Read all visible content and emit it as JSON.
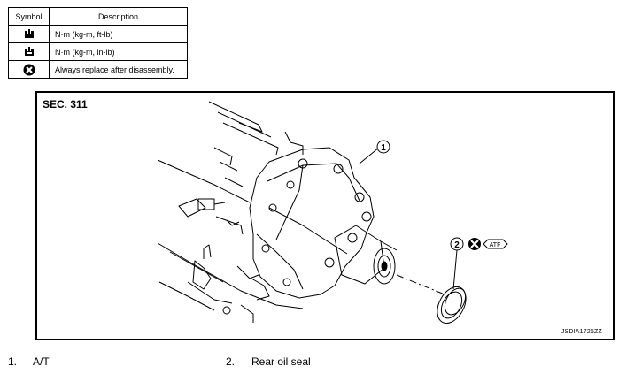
{
  "legend": {
    "headers": {
      "symbol": "Symbol",
      "description": "Description"
    },
    "rows": [
      {
        "icon": "torque-wrench-icon",
        "description": "N·m (kg-m, ft-lb)"
      },
      {
        "icon": "torque-wrench-small-icon",
        "description": "N·m (kg-m, in-lb)"
      },
      {
        "icon": "replace-x-icon",
        "description": "Always replace after disassembly."
      }
    ]
  },
  "figure": {
    "section": "SEC. 311",
    "code": "JSDIA1725ZZ",
    "callouts": [
      {
        "number": "1"
      },
      {
        "number": "2"
      }
    ],
    "atf_label": "ATF"
  },
  "captions": [
    {
      "number": "1.",
      "text": "A/T"
    },
    {
      "number": "2.",
      "text": "Rear oil seal"
    }
  ]
}
